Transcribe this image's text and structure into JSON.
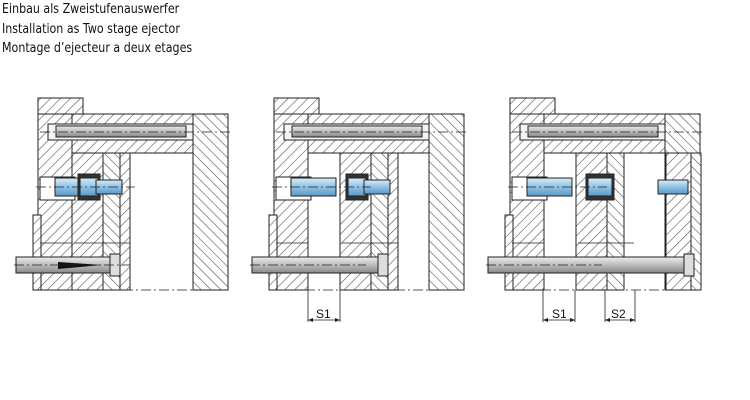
{
  "titles": {
    "de": "Einbau als Zweistufenauswerfer",
    "en": "Installation as Two stage ejector",
    "fr": "Montage d’ejecteur a deux etages"
  },
  "diagrams": [
    {
      "name": "stage-0-closed",
      "dimensions": []
    },
    {
      "name": "stage-1-first-stroke",
      "dimensions": [
        "S1"
      ]
    },
    {
      "name": "stage-2-second-stroke",
      "dimensions": [
        "S1",
        "S2"
      ]
    }
  ],
  "labels": {
    "s1": "S1",
    "s2": "S2"
  },
  "colors": {
    "ejector_blue": "#9cc8e8",
    "hatch": "#444444",
    "outline": "#222222"
  }
}
